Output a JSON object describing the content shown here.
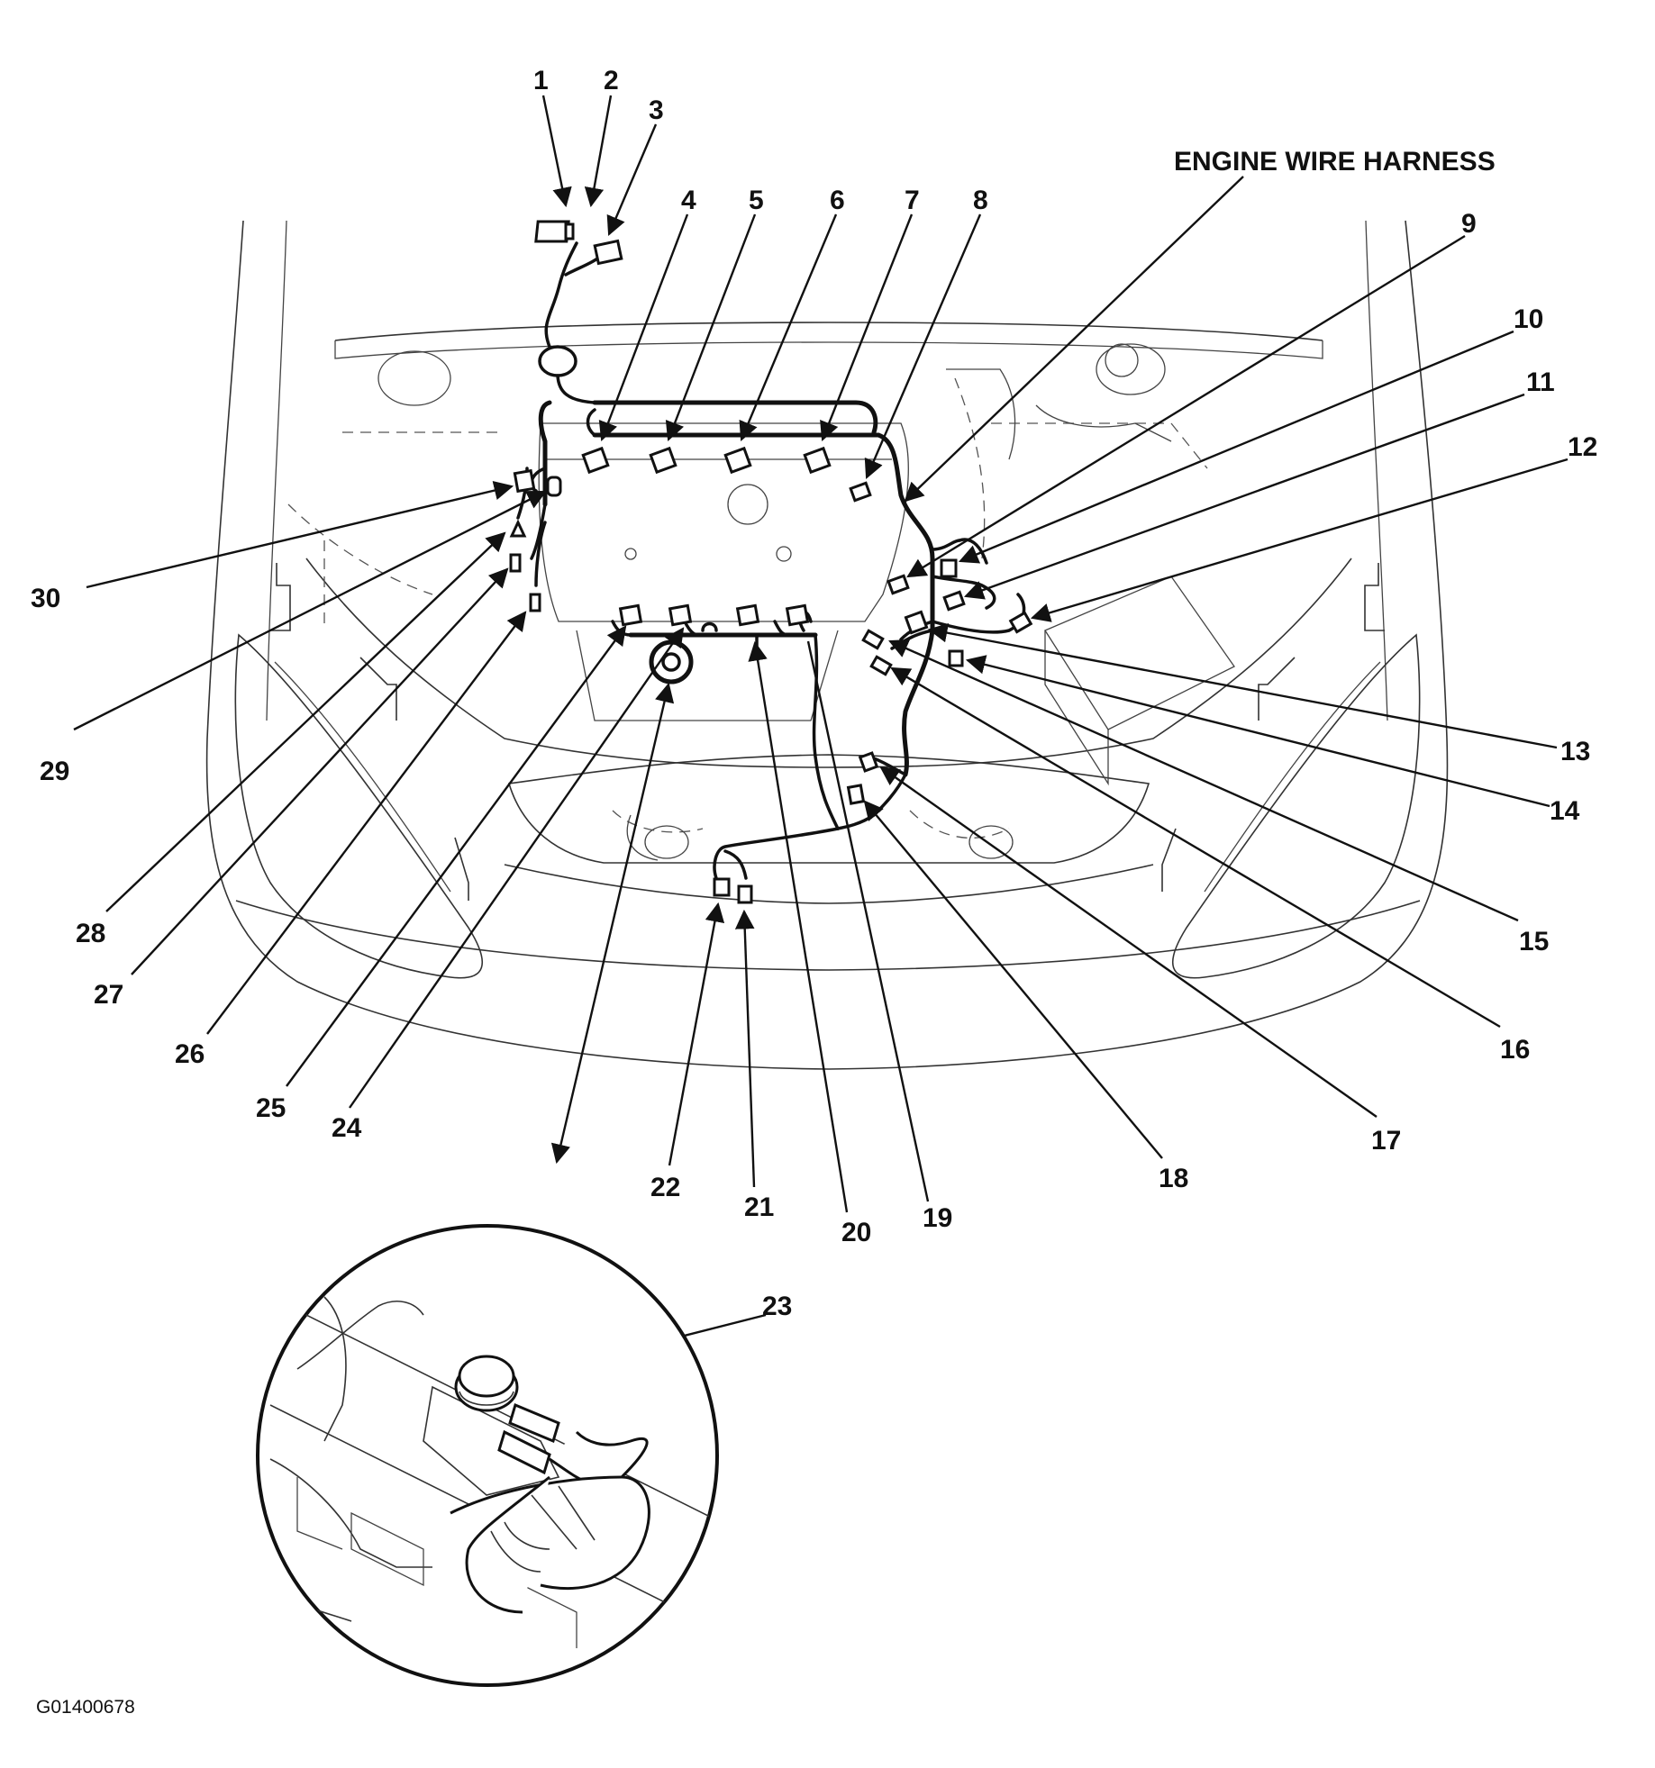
{
  "diagram": {
    "title": "ENGINE WIRE HARNESS",
    "figure_id": "G01400678",
    "callouts": [
      "1",
      "2",
      "3",
      "4",
      "5",
      "6",
      "7",
      "8",
      "9",
      "10",
      "11",
      "12",
      "13",
      "14",
      "15",
      "16",
      "17",
      "18",
      "19",
      "20",
      "21",
      "22",
      "23",
      "24",
      "25",
      "26",
      "27",
      "28",
      "29",
      "30"
    ]
  },
  "colors": {
    "ink": "#111111",
    "linework": "#333333",
    "background": "#ffffff"
  }
}
